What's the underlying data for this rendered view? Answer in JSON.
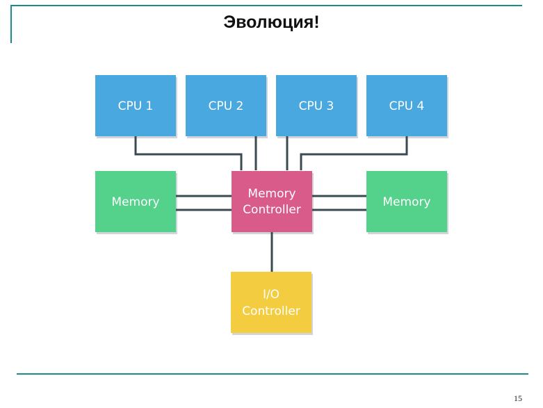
{
  "slide": {
    "title": "Эволюция!",
    "page_number": "15"
  },
  "diagram": {
    "cpus": [
      "CPU 1",
      "CPU 2",
      "CPU 3",
      "CPU 4"
    ],
    "memory_left": "Memory",
    "memory_right": "Memory",
    "memory_controller": [
      "Memory",
      "Controller"
    ],
    "io_controller": [
      "I/O",
      "Controller"
    ]
  },
  "colors": {
    "cpu": "#4aa8e0",
    "memory": "#54d18a",
    "memory_controller": "#d95b8a",
    "io_controller": "#f4cc3f",
    "accent_line": "#1a8a8a"
  }
}
